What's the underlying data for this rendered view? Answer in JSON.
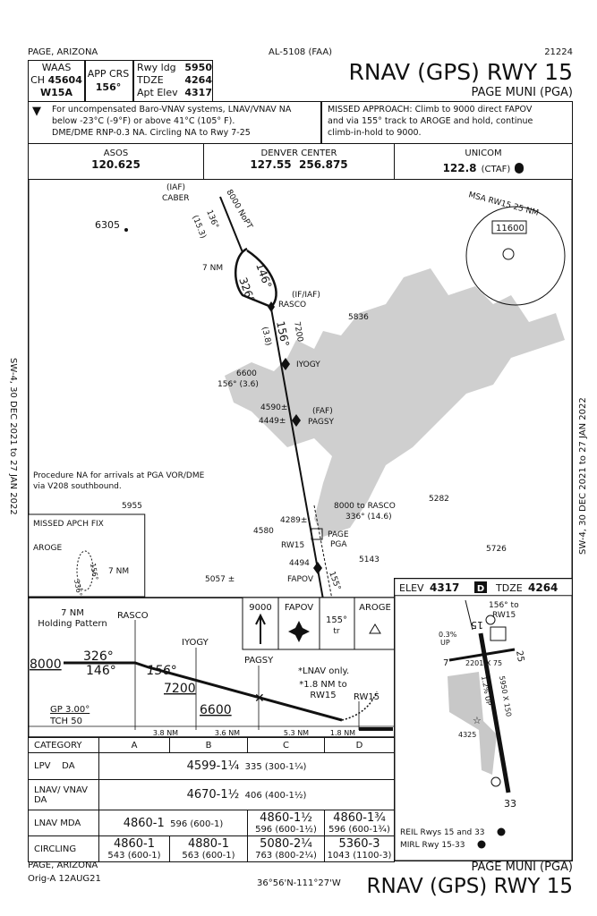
{
  "header": {
    "location": "PAGE, ARIZONA",
    "chart_id": "AL-5108 (FAA)",
    "cycle": "21224",
    "title": "RNAV (GPS) RWY 15",
    "airport": "PAGE MUNI (PGA)"
  },
  "briefing": {
    "waas_label": "WAAS",
    "ch_label": "CH",
    "ch_value": "45604",
    "waas_id": "W15A",
    "app_crs_label": "APP CRS",
    "app_crs_value": "156°",
    "rwy_ldg_label": "Rwy ldg",
    "rwy_ldg_value": "5950",
    "tdze_label": "TDZE",
    "tdze_value": "4264",
    "apt_elev_label": "Apt Elev",
    "apt_elev_value": "4317"
  },
  "notes": {
    "left_lines": [
      "For uncompensated Baro-VNAV systems, LNAV/VNAV NA",
      "below -23°C (-9°F) or above 41°C (105° F).",
      "DME/DME RNP-0.3 NA.  Circling NA to Rwy 7-25"
    ],
    "missed_lines": [
      "MISSED APPROACH: Climb to 9000 direct FAPOV",
      "and via 155° track to AROGE and hold, continue",
      "climb-in-hold to 9000."
    ]
  },
  "frequencies": [
    {
      "name": "ASOS",
      "value": "120.625"
    },
    {
      "name": "DENVER CENTER",
      "value": "127.55  256.875"
    },
    {
      "name": "UNICOM",
      "value": "122.8",
      "suffix": "(CTAF)"
    }
  ],
  "side_text": {
    "left": "SW-4, 30 DEC 2021 to 27 JAN 2022",
    "right": "SW-4, 30 DEC 2021 to 27 JAN 2022"
  },
  "plan": {
    "iaf_label": "(IAF)",
    "caber": "CABER",
    "nopt": "8000 NoPT",
    "crs_136": "136°",
    "dist_153": "(15.3)",
    "elev_6305": "6305",
    "hold_7nm": "7 NM",
    "crs_146": "146°",
    "crs_326": "326°",
    "if_iaf": "(IF/IAF)",
    "rasco": "RASCO",
    "elev_5836": "5836",
    "alt_7200": "7200",
    "crs_156": "156°",
    "dist_38": "(3.8)",
    "alt_6600": "6600",
    "seg_156": "156° (3.6)",
    "iyogy": "IYOGY",
    "faf_label": "(FAF)",
    "pagsy": "PAGSY",
    "obs_4590": "4590±",
    "obs_4449": "4449±",
    "proc_na": [
      "Procedure NA for arrivals at PGA VOR/DME",
      "via V208 southbound."
    ],
    "elev_5955": "5955",
    "elev_5282": "5282",
    "to_rasco": "8000 to RASCO",
    "to_rasco_crs": "336° (14.6)",
    "obs_4289": "4289±",
    "obs_4580": "4580",
    "rw15": "RW15",
    "page": "PAGE",
    "pga": "PGA",
    "obs_4494": "4494",
    "elev_5143": "5143",
    "fapov": "FAPOV",
    "crs_155": "155°",
    "obs_5057": "5057 ±",
    "elev_5726": "5726",
    "missed_fix_title": "MISSED APCH FIX",
    "aroge": "AROGE",
    "hold_336": "336°",
    "hold_156": "156°",
    "hold_7nm_b": "7 NM",
    "msa_label": "MSA RW15 25 NM",
    "msa_alt": "11600"
  },
  "profile": {
    "holding": [
      "7 NM",
      "Holding Pattern"
    ],
    "rasco": "RASCO",
    "iyogy": "IYOGY",
    "pagsy": "PAGSY",
    "alt_8000": "8000",
    "crs_326": "326°",
    "crs_146": "146°",
    "crs_156": "156°",
    "alt_7200": "7200",
    "alt_6600": "6600",
    "gp": "GP 3.00°",
    "tch": "TCH 50",
    "lnav_only": "*LNAV only.",
    "to_rw15": [
      "*1.8 NM to",
      "RW15"
    ],
    "rw15": "RW15",
    "distances": [
      "3.8 NM",
      "3.6 NM",
      "5.3 NM",
      "1.8 NM"
    ],
    "missed_icons": {
      "climb": "9000",
      "fix": "FAPOV",
      "track": "155°",
      "track_sub": "tr",
      "hold": "AROGE"
    }
  },
  "minimums": {
    "header": [
      "CATEGORY",
      "A",
      "B",
      "C",
      "D"
    ],
    "lpv": {
      "label": "LPV",
      "type": "DA",
      "main": "4599-1¼",
      "sub": "335 (300-1¼)"
    },
    "lnav_vnav": {
      "label": "LNAV/ VNAV",
      "type": "DA",
      "main": "4670-1½",
      "sub": "406 (400-1½)"
    },
    "lnav": {
      "label": "LNAV MDA",
      "ab_main": "4860-1",
      "ab_sub": "596 (600-1)",
      "c_main": "4860-1½",
      "c_sub": "596 (600-1½)",
      "d_main": "4860-1¾",
      "d_sub": "596 (600-1¾)"
    },
    "circling": {
      "label": "CIRCLING",
      "cells": [
        {
          "main": "4860-1",
          "sub": "543 (600-1)"
        },
        {
          "main": "4880-1",
          "sub": "563 (600-1)"
        },
        {
          "main": "5080-2¼",
          "sub": "763 (800-2¼)"
        },
        {
          "main": "5360-3",
          "sub": "1043 (1100-3)"
        }
      ]
    }
  },
  "airport_diagram": {
    "elev_label": "ELEV",
    "elev_value": "4317",
    "d_symbol": "D",
    "tdze_label": "TDZE",
    "tdze_value": "4264",
    "crs_to_rw15": [
      "156° to",
      "RW15"
    ],
    "rwy15": "15",
    "rwy33": "33",
    "rwy7": "7",
    "rwy25": "25",
    "grad_03": [
      "0.3%",
      "UP"
    ],
    "grad_12": "1.2% UP",
    "dim_main": "5950 X 150",
    "dim_cross": "2201 X 75",
    "elev_4325": "4325",
    "lighting": [
      "REIL Rwys 15 and 33",
      "MIRL Rwy 15-33"
    ]
  },
  "footer": {
    "location": "PAGE, ARIZONA",
    "amendment": "Orig-A  12AUG21",
    "coords": "36°56'N-111°27'W",
    "airport": "PAGE MUNI (PGA)",
    "title": "RNAV (GPS) RWY 15"
  }
}
